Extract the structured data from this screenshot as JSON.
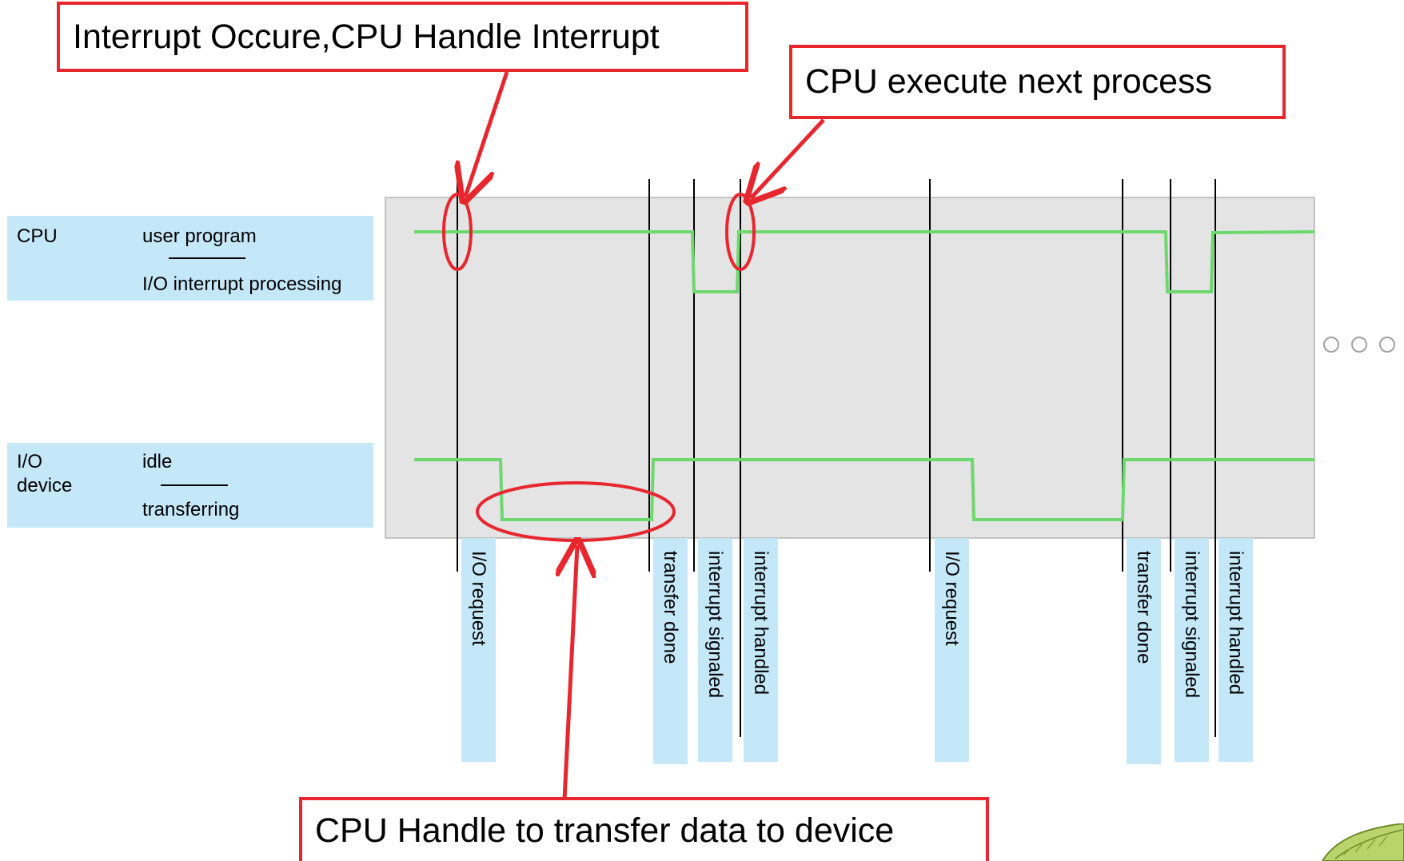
{
  "callouts": {
    "top_left": "Interrupt Occure,CPU Handle Interrupt",
    "top_right": "CPU execute next process",
    "bottom": "CPU Handle to transfer data to device"
  },
  "cpu_row": {
    "title": "CPU",
    "state_high": "user program",
    "state_low": "I/O interrupt processing"
  },
  "io_row": {
    "title_line1": "I/O",
    "title_line2": "device",
    "state_high": "idle",
    "state_low": "transferring"
  },
  "events": [
    "I/O request",
    "transfer done",
    "interrupt signaled",
    "interrupt handled",
    "I/O request",
    "transfer done",
    "interrupt signaled",
    "interrupt handled"
  ],
  "more_indicator": "continuation-dots",
  "colors": {
    "signal_line": "#6dd86d",
    "highlight": "#e8262e",
    "label_background": "#c5e8f9",
    "timeline_background": "#e4e4e4"
  }
}
